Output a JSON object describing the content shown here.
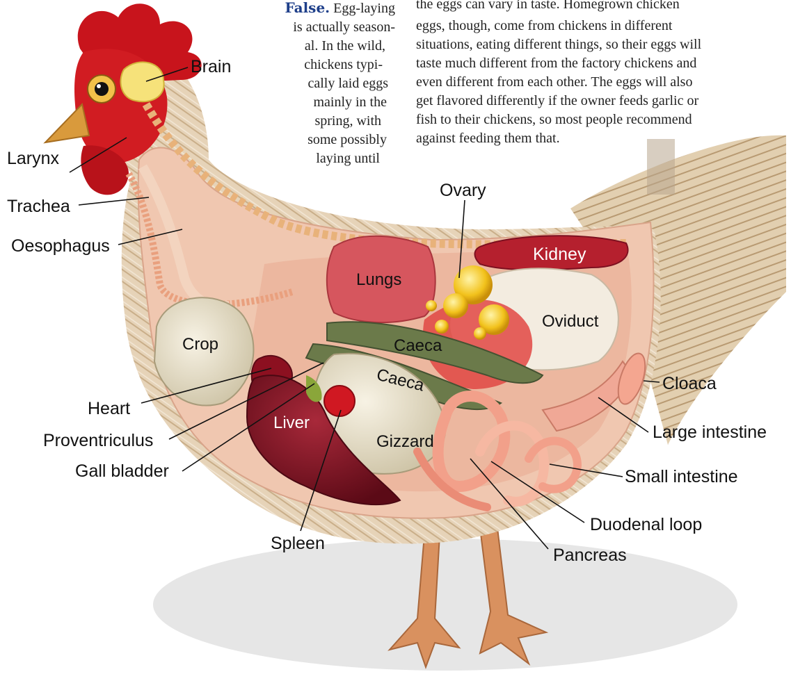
{
  "note_left": {
    "keyword": "False.",
    "lines": [
      " Egg-laying",
      "is actually season-",
      "al. In the wild,",
      "chickens typi-",
      "cally laid eggs",
      "mainly in the",
      "spring, with",
      "some possibly",
      "laying until"
    ]
  },
  "note_right": {
    "lines": [
      "the eggs can vary in taste. Homegrown chicken",
      "eggs, though, come from chickens in different",
      "situations, eating different things, so their eggs will",
      "taste much different from the factory chickens and",
      "even different from each other. The eggs will also",
      "get flavored differently if the owner feeds garlic or",
      "fish to their chickens, so most people recommend",
      "against feeding them that."
    ]
  },
  "labels": {
    "brain": "Brain",
    "larynx": "Larynx",
    "trachea": "Trachea",
    "oesophagus": "Oesophagus",
    "ovary": "Ovary",
    "kidney": "Kidney",
    "lungs": "Lungs",
    "oviduct": "Oviduct",
    "crop": "Crop",
    "caeca_1": "Caeca",
    "caeca_2": "Caeca",
    "cloaca": "Cloaca",
    "heart": "Heart",
    "liver": "Liver",
    "proventriculus": "Proventriculus",
    "gizzard": "Gizzard",
    "large_intestine": "Large intestine",
    "gall_bladder": "Gall bladder",
    "small_intestine": "Small intestine",
    "duodenal_loop": "Duodenal loop",
    "spleen": "Spleen",
    "pancreas": "Pancreas"
  }
}
